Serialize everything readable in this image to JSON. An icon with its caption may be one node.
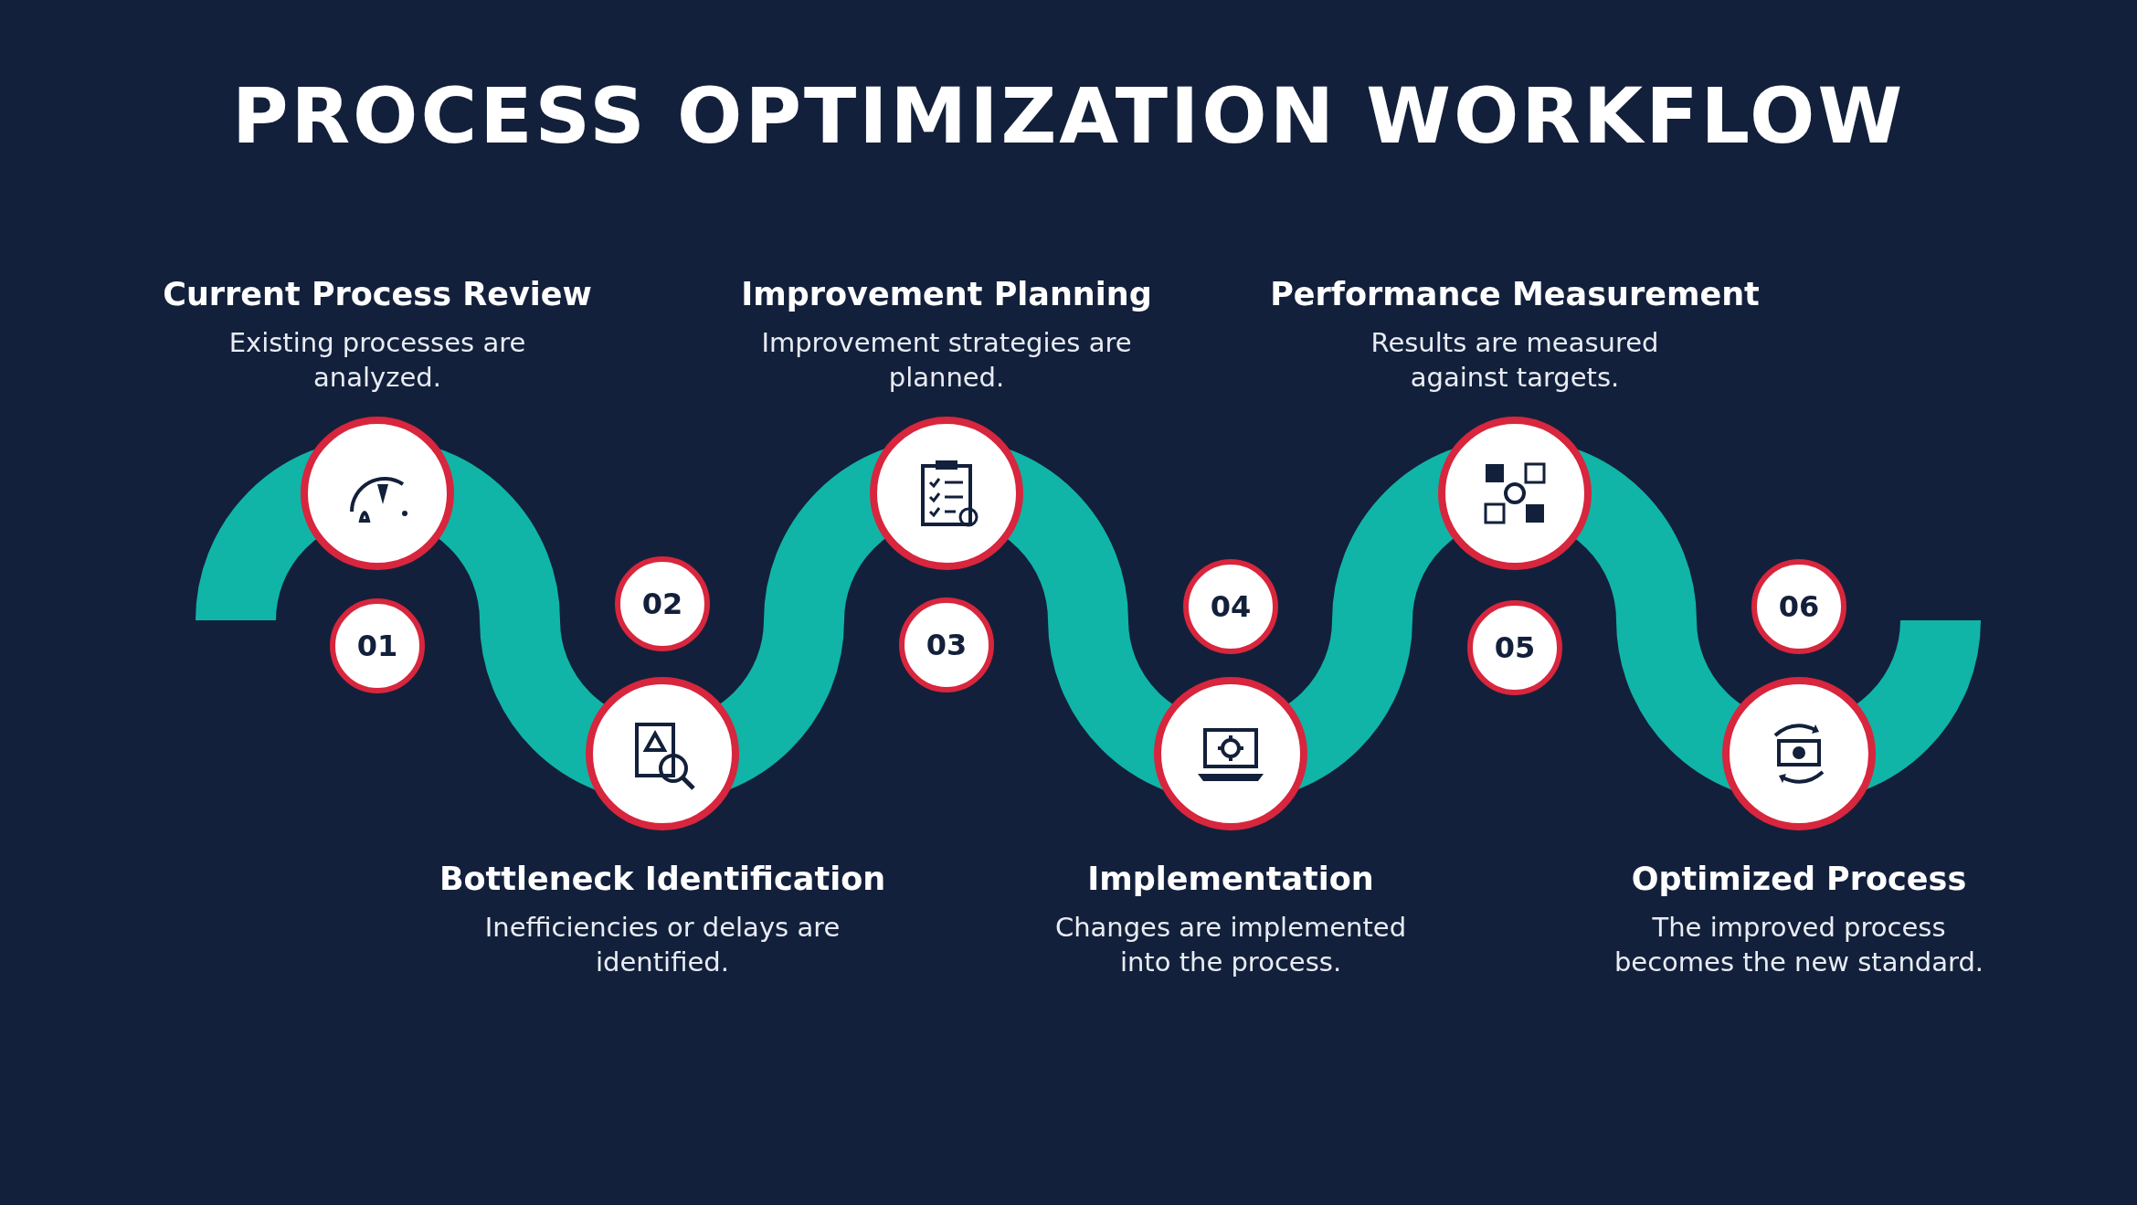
{
  "diagram": {
    "title": "PROCESS OPTIMIZATION WORKFLOW",
    "nodes": [
      {
        "text": [
          "Current Process Review",
          "Existing processes are analyzed."
        ]
      },
      {
        "text": [
          "01"
        ]
      },
      {
        "text": [
          "Bottleneck Identification",
          "Inefficiencies or delays are identified."
        ]
      },
      {
        "text": [
          "02"
        ]
      },
      {
        "text": [
          "Improvement Planning",
          "Improvement strategies are planned."
        ]
      },
      {
        "text": [
          "03"
        ]
      },
      {
        "text": [
          "Implementation",
          "Changes are implemented into the process."
        ]
      },
      {
        "text": [
          "04"
        ]
      },
      {
        "text": [
          "Performance Measurement",
          "Results are measured against targets."
        ]
      },
      {
        "text": [
          "05"
        ]
      },
      {
        "text": [
          "Optimized Process",
          "The improved process becomes the new standard."
        ]
      },
      {
        "text": [
          "06"
        ]
      }
    ]
  }
}
